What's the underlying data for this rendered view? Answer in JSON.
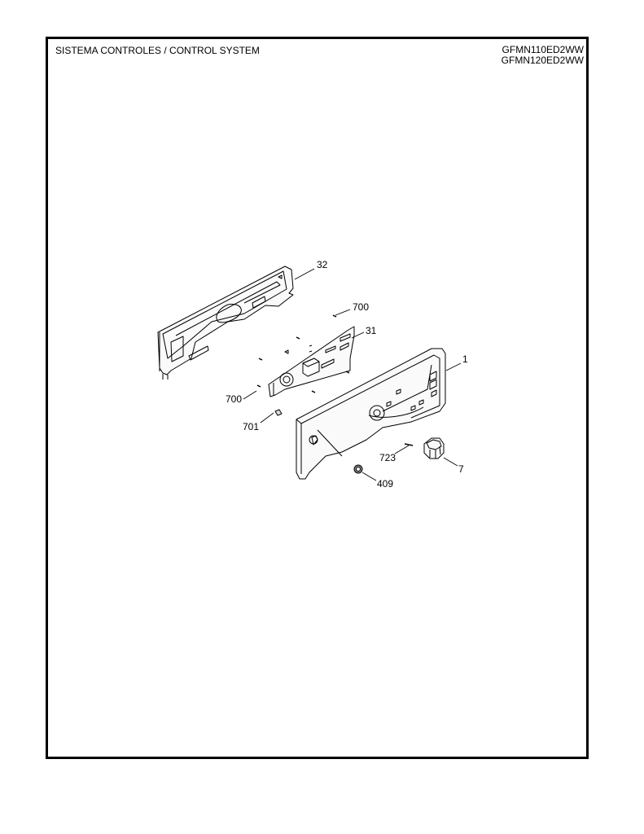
{
  "header": {
    "title": "SISTEMA CONTROLES / CONTROL SYSTEM",
    "models": [
      "GFMN110ED2WW",
      "GFMN120ED2WW"
    ]
  },
  "diagram": {
    "type": "exploded-parts-view",
    "parts": [
      {
        "callout": "32",
        "description": "control panel backing bracket"
      },
      {
        "callout": "700",
        "description": "screw (upper)"
      },
      {
        "callout": "31",
        "description": "control circuit board"
      },
      {
        "callout": "1",
        "description": "control panel console"
      },
      {
        "callout": "700",
        "description": "screw (lower)"
      },
      {
        "callout": "701",
        "description": "screw/fastener"
      },
      {
        "callout": "723",
        "description": "knob shaft pin"
      },
      {
        "callout": "7",
        "description": "knob"
      },
      {
        "callout": "409",
        "description": "nut / grommet"
      }
    ]
  },
  "colors": {
    "line": "#000000",
    "background": "#ffffff",
    "part_fill": "#f4f4f4"
  }
}
